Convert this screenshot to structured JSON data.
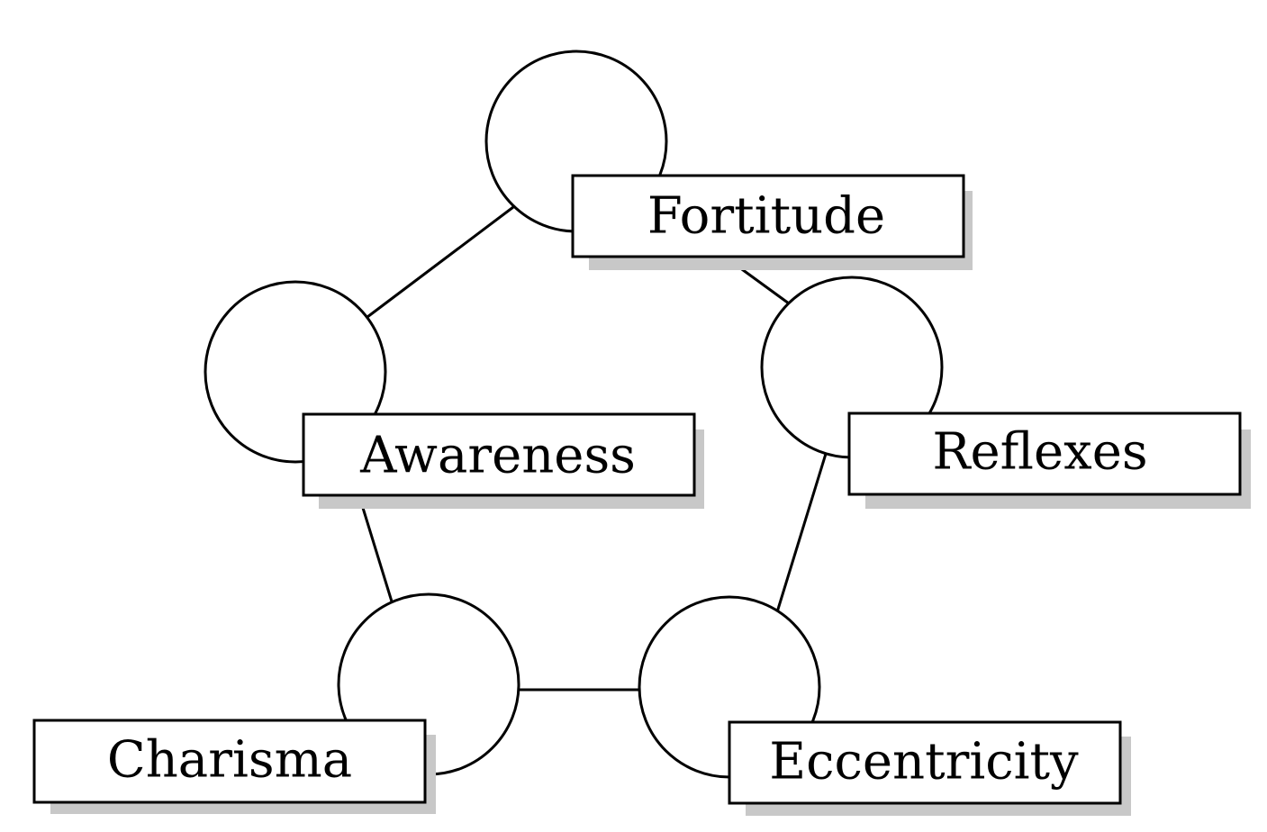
{
  "diagram": {
    "nodes": [
      {
        "id": "fortitude",
        "label": "Fortitude"
      },
      {
        "id": "reflexes",
        "label": "Reflexes"
      },
      {
        "id": "eccentricity",
        "label": "Eccentricity"
      },
      {
        "id": "charisma",
        "label": "Charisma"
      },
      {
        "id": "awareness",
        "label": "Awareness"
      }
    ],
    "edges": [
      {
        "from": "fortitude",
        "to": "awareness"
      },
      {
        "from": "fortitude",
        "to": "reflexes"
      },
      {
        "from": "reflexes",
        "to": "eccentricity"
      },
      {
        "from": "eccentricity",
        "to": "charisma"
      },
      {
        "from": "charisma",
        "to": "awareness"
      }
    ],
    "colors": {
      "stroke": "#000000",
      "fill": "#ffffff",
      "shadow": "#c8c8c8"
    }
  }
}
